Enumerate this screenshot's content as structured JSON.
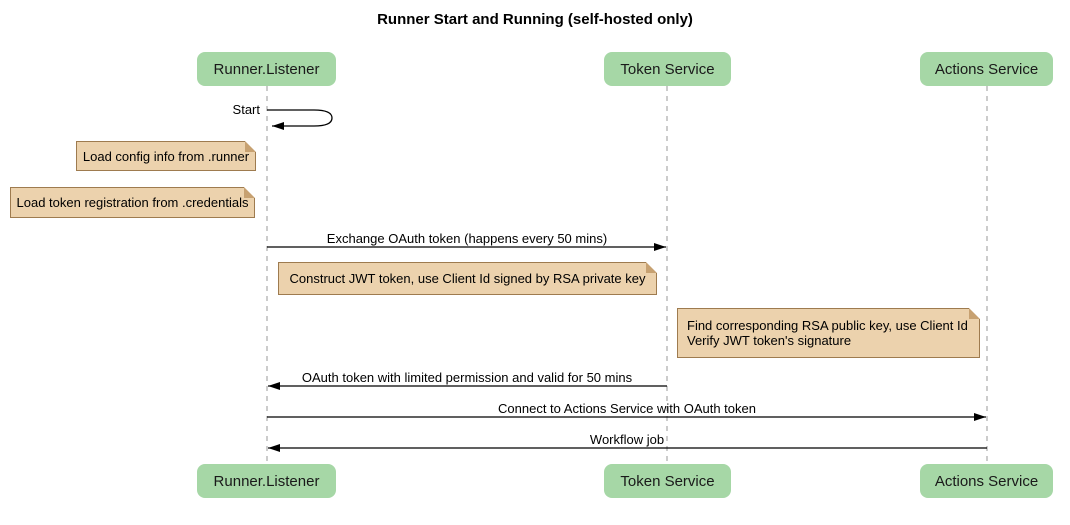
{
  "diagram": {
    "title": "Runner Start and Running (self-hosted only)",
    "type": "sequence-diagram"
  },
  "participants": [
    {
      "name": "Runner.Listener"
    },
    {
      "name": "Token Service"
    },
    {
      "name": "Actions Service"
    }
  ],
  "messages": [
    {
      "label": "Start",
      "from": "Runner.Listener",
      "to": "Runner.Listener",
      "kind": "self"
    },
    {
      "label": "Exchange OAuth token (happens every 50 mins)",
      "from": "Runner.Listener",
      "to": "Token Service",
      "kind": "solid-arrow"
    },
    {
      "label": "OAuth token with limited permission and valid for 50 mins",
      "from": "Token Service",
      "to": "Runner.Listener",
      "kind": "solid-arrow"
    },
    {
      "label": "Connect to Actions Service with OAuth token",
      "from": "Runner.Listener",
      "to": "Actions Service",
      "kind": "solid-arrow"
    },
    {
      "label": "Workflow job",
      "from": "Actions Service",
      "to": "Runner.Listener",
      "kind": "solid-arrow"
    }
  ],
  "notes": [
    {
      "text": "Load config info from .runner",
      "position": "left of Runner.Listener"
    },
    {
      "text": "Load token registration from .credentials",
      "position": "left of Runner.Listener"
    },
    {
      "text": "Construct JWT token, use Client Id signed by RSA private key",
      "position": "between Runner.Listener and Token Service"
    },
    {
      "lines": [
        "Find corresponding RSA public key, use Client Id",
        "Verify JWT token's signature"
      ],
      "position": "right of Token Service"
    }
  ],
  "colors": {
    "participant": "#a6d7a6",
    "note": "#ecd2ad",
    "note_border": "#9e7b4f",
    "note_fold": "#c7a171",
    "lifeline": "#999999",
    "arrow": "#000000"
  }
}
